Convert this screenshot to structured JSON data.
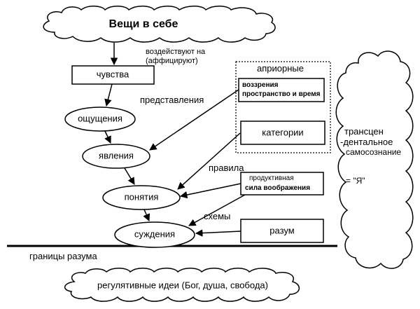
{
  "top_cloud": {
    "label": "Вещи в себе"
  },
  "edge_affect": {
    "line1": "воздействуют на",
    "line2": "(аффицируют)"
  },
  "nodes": {
    "senses": "чувства",
    "sensations": "ощущения",
    "phenomena": "явления",
    "concepts": "понятия",
    "judgments": "суждения"
  },
  "labels": {
    "representations": "представления",
    "rules": "правила",
    "schemes": "схемы",
    "mind_limits": "границы разума"
  },
  "apriori_group": {
    "title": "априорные",
    "intuitions_line1": "воззрения",
    "intuitions_line2": "пространство и время",
    "categories": "категории"
  },
  "imagination": {
    "line1": "продуктивная",
    "line2": "сила воображения"
  },
  "reason": "разум",
  "self_consciousness": {
    "line1": "трансцен",
    "line2": "-дентальное",
    "line3": "самосознание",
    "line4": "= \"Я\""
  },
  "bottom_cloud": {
    "label": "регулятивные идеи (Бог, душа, свобода)"
  }
}
